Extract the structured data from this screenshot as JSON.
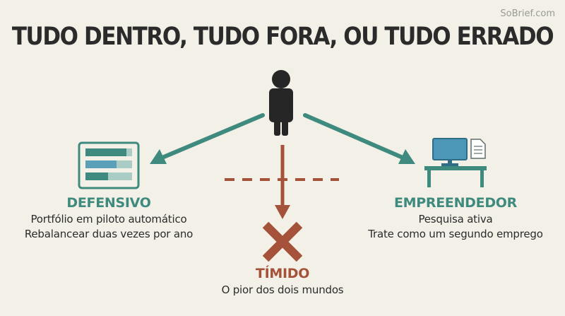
{
  "watermark": "SoBrief.com",
  "title": "TUDO DENTRO, TUDO FORA, OU TUDO ERRADO",
  "colors": {
    "teal": "#3f8a7e",
    "rust": "#a4533a",
    "dark": "#2b2b2b",
    "background": "#f3f1e7"
  },
  "nodes": {
    "defensive": {
      "icon": "portfolio-bars-icon",
      "heading": "DEFENSIVO",
      "lines": [
        "Portfólio em piloto automático",
        "Rebalancear duas vezes por ano"
      ]
    },
    "timid": {
      "icon": "x-mark-icon",
      "heading": "TÍMIDO",
      "lines": [
        "O pior dos dois mundos"
      ]
    },
    "entrepreneur": {
      "icon": "computer-desk-icon",
      "heading": "EMPREENDEDOR",
      "lines": [
        "Pesquisa ativa",
        "Trate como um segundo emprego"
      ]
    }
  }
}
